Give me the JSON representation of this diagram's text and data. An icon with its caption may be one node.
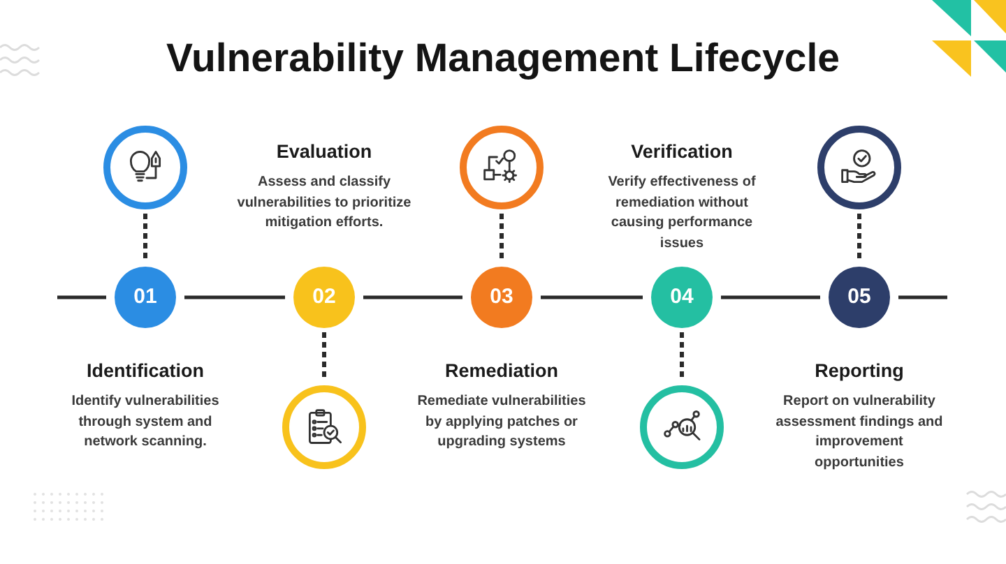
{
  "diagram": {
    "title": "Vulnerability Management Lifecycle",
    "nodes": [
      {
        "text": [
          "01"
        ],
        "beside": [
          "Identification",
          "Identify vulnerabilities through system and network scanning."
        ]
      },
      {
        "text": [
          "02"
        ],
        "beside": [
          "Evaluation",
          "Assess and classify vulnerabilities to prioritize mitigation efforts."
        ]
      },
      {
        "text": [
          "03"
        ],
        "beside": [
          "Remediation",
          "Remediate vulnerabilities by applying patches or upgrading systems"
        ]
      },
      {
        "text": [
          "04"
        ],
        "beside": [
          "Verification",
          "Verify effectiveness of remediation without causing performance issues"
        ]
      },
      {
        "text": [
          "05"
        ],
        "beside": [
          "Reporting",
          "Report on vulnerability assessment findings and improvement opportunities"
        ]
      },
      {
        "text": [],
        "shape": "circle"
      },
      {
        "text": [],
        "shape": "circle"
      },
      {
        "text": [],
        "shape": "circle"
      },
      {
        "text": [],
        "shape": "circle"
      },
      {
        "text": [],
        "shape": "circle"
      }
    ],
    "edges": [
      {
        "from": null,
        "to": 0,
        "arrow": "none"
      },
      {
        "from": 0,
        "to": 1,
        "arrow": "none"
      },
      {
        "from": 1,
        "to": 2,
        "arrow": "none"
      },
      {
        "from": 2,
        "to": 3,
        "arrow": "none"
      },
      {
        "from": 3,
        "to": 4,
        "arrow": "none"
      },
      {
        "from": 4,
        "to": null,
        "arrow": "none"
      },
      {
        "from": 5,
        "to": 0,
        "arrow": "none",
        "style": "dashed"
      },
      {
        "from": 1,
        "to": 6,
        "arrow": "none",
        "style": "dashed"
      },
      {
        "from": 7,
        "to": 2,
        "arrow": "none",
        "style": "dashed"
      },
      {
        "from": 3,
        "to": 8,
        "arrow": "none",
        "style": "dashed"
      },
      {
        "from": 9,
        "to": 4,
        "arrow": "none",
        "style": "dashed"
      }
    ]
  }
}
